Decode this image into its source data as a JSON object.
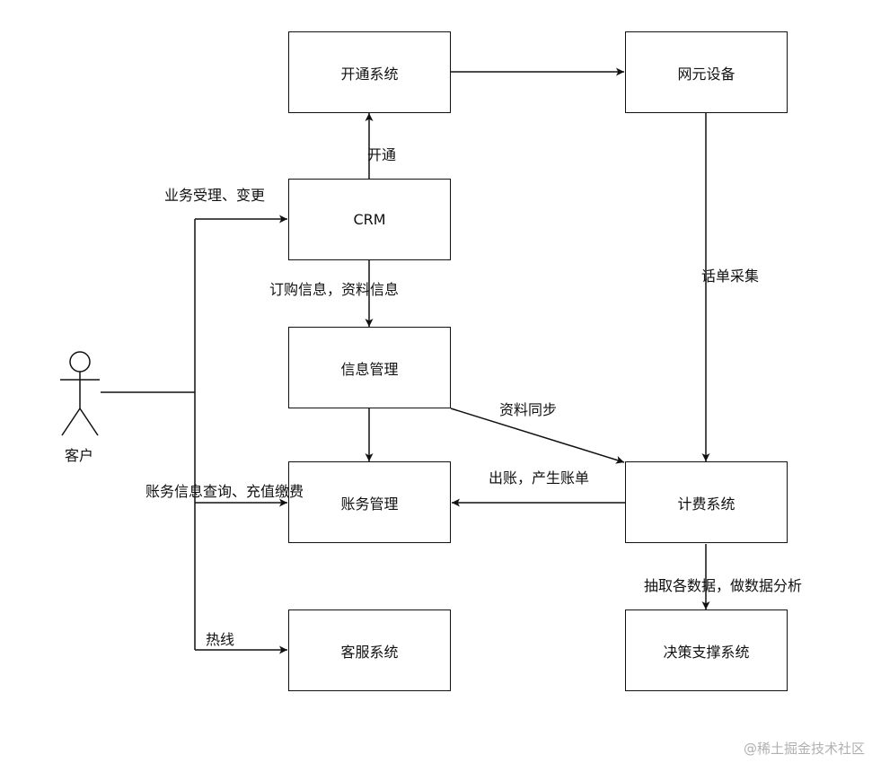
{
  "nodes": {
    "provisioning": "开通系统",
    "network": "网元设备",
    "crm": "CRM",
    "info_mgmt": "信息管理",
    "billing_mgmt": "账务管理",
    "charging": "计费系统",
    "customer_service": "客服系统",
    "decision_support": "决策支撑系统"
  },
  "actor": {
    "label": "客户"
  },
  "edges": {
    "open": "开通",
    "business": "业务受理、变更",
    "order_info": "订购信息，资料信息",
    "cdr": "话单采集",
    "sync": "资料同步",
    "bill": "出账，产生账单",
    "query": "账务信息查询、充值缴费",
    "hotline": "热线",
    "extract": "抽取各数据，做数据分析"
  },
  "watermark": "@稀土掘金技术社区"
}
